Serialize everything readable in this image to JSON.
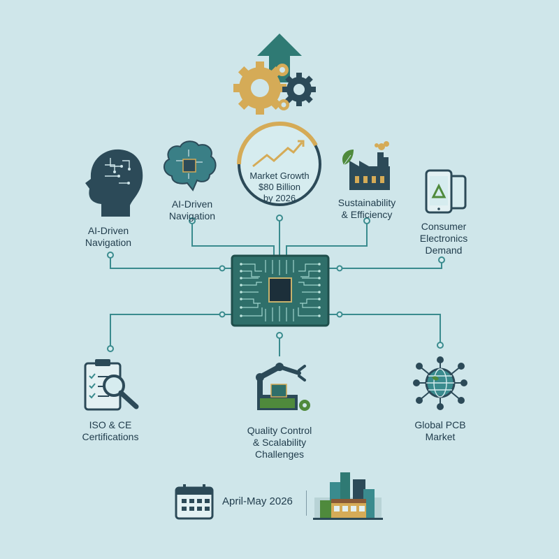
{
  "nodes": {
    "growth": {
      "line1": "Market Growth",
      "line2": "$80 Billion",
      "line3": "by 2026"
    },
    "ai_left": "AI-Driven\nNavigation",
    "ai_mid": "AI-Driven\nNavigation",
    "sustainability": "Sustainability\n& Efficiency",
    "consumer": "Consumer\nElectronics\nDemand",
    "iso": "ISO & CE\nCertifications",
    "quality": "Quality Control\n& Scalability\nChallenges",
    "global": "Global PCB\nMarket"
  },
  "footer": {
    "date": "April-May 2026"
  },
  "colors": {
    "background": "#cfe6ea",
    "teal": "#3a8b8e",
    "dark": "#2c4a58",
    "gold": "#d8b060",
    "green": "#4f8a3c",
    "circuit": "#2f6f6a"
  }
}
